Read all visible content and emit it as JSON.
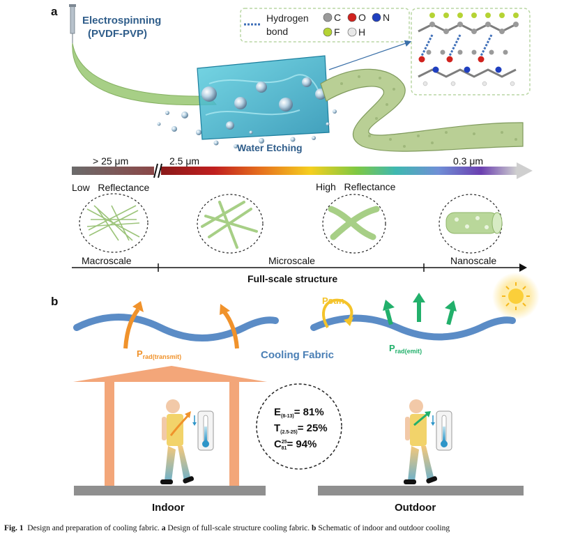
{
  "panel_a": {
    "label": "a",
    "process_title_line1": "Electrospinning",
    "process_title_line2": "(PVDF-PVP)",
    "etching_label": "Water Etching",
    "legend": {
      "hbond_line1": "Hydrogen",
      "hbond_line2": "bond",
      "atoms": [
        {
          "symbol": "C",
          "color": "#9a9a9a"
        },
        {
          "symbol": "O",
          "color": "#d0221e"
        },
        {
          "symbol": "N",
          "color": "#1f3fbf"
        },
        {
          "symbol": "F",
          "color": "#b5d334"
        },
        {
          "symbol": "H",
          "color": "#e8e8e8"
        }
      ]
    },
    "scale_bar": {
      "left_label": "> 25 μm",
      "mid_label": "2.5 μm",
      "right_label": "0.3 μm"
    },
    "reflectance_low": "Low   Reflectance",
    "reflectance_high": "High   Reflectance",
    "scales": [
      "Macroscale",
      "Microscale",
      "Nanoscale"
    ],
    "axis_title": "Full-scale structure"
  },
  "panel_b": {
    "label": "b",
    "fabric_label": "Cooling Fabric",
    "psun_label": "Psun",
    "prad_transmit_main": "P",
    "prad_transmit_sub": "rad(transmit)",
    "prad_emit_main": "P",
    "prad_emit_sub": "rad(emit)",
    "metrics": [
      {
        "main": "E",
        "sub": "(8-13)",
        "sup": "",
        "value": "= 81%"
      },
      {
        "main": "T",
        "sub": "(2.5-25)",
        "sup": "",
        "value": "= 25%"
      },
      {
        "main": "C",
        "sub": "81",
        "sup": "25",
        "value": "= 94%"
      }
    ],
    "indoor_label": "Indoor",
    "outdoor_label": "Outdoor"
  },
  "caption": {
    "fig": "Fig. 1",
    "text1": "Design and preparation of cooling fabric.",
    "a_bold": "a",
    "text2": "Design of full-scale structure cooling fabric.",
    "b_bold": "b",
    "text3": "Schematic of indoor and outdoor cooling"
  },
  "colors": {
    "fabric_blue": "#5b8cc6",
    "transmit_orange": "#f0922b",
    "emit_green": "#22b06b",
    "fiber_green": "#a7cf86",
    "house_orange": "#f3a679",
    "title_blue": "#2f5d8a"
  }
}
